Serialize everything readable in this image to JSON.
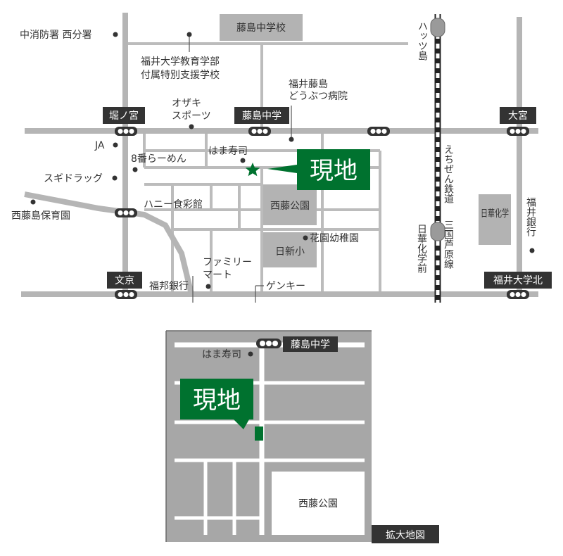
{
  "colors": {
    "road": "#b5b5b5",
    "building": "#b3b3b3",
    "label_box": "#333333",
    "accent_green": "#00722f",
    "railway": "#222222",
    "inset_background": "#a7a7a7"
  },
  "main_map": {
    "labels": {
      "fire_station": "中消防署 西分署",
      "fukudai_school_1": "福井大学教育学部",
      "fukudai_school_2": "付属特別支援学校",
      "fujishima_jhs": "藤島中学校",
      "hattsushima": "ハッツ島",
      "fukui_fujishima_1": "福井藤島",
      "fukui_fujishima_2": "どうぶつ病院",
      "ozaki_sports_1": "オザキ",
      "ozaki_sports_2": "スポーツ",
      "horinomiya": "堀ノ宮",
      "fujishima_chugaku": "藤島中学",
      "omiya": "大宮",
      "ja": "JA",
      "hama_sushi": "はま寿司",
      "hachiban_ramen": "8番らーめん",
      "genchi": "現地",
      "echizen_railway_1": "えちぜん鉄道",
      "echizen_railway_2": "三国芦原線",
      "sugi_drug": "スギドラッグ",
      "nishifuji_park": "西藤公園",
      "nikka_gakuen": "日華化学",
      "fukui_bank": "福井銀行",
      "honey_shokusai": "ハニー食彩館",
      "nishifujishima_hoikuen": "西藤島保育園",
      "kaen_kindergarten": "花園幼稚園",
      "nikka_mae": "日華化学前",
      "nisshin_elementary": "日新小",
      "family_mart_1": "ファミリー",
      "family_mart_2": "マート",
      "bunkyo": "文京",
      "fukuho_bank": "福邦銀行",
      "genky": "ゲンキー",
      "fukui_daigaku_kita": "福井大学北"
    }
  },
  "inset_map": {
    "labels": {
      "fujishima_chugaku": "藤島中学",
      "hama_sushi": "はま寿司",
      "genchi": "現地",
      "nishifuji_park": "西藤公園",
      "caption": "拡大地図"
    }
  }
}
